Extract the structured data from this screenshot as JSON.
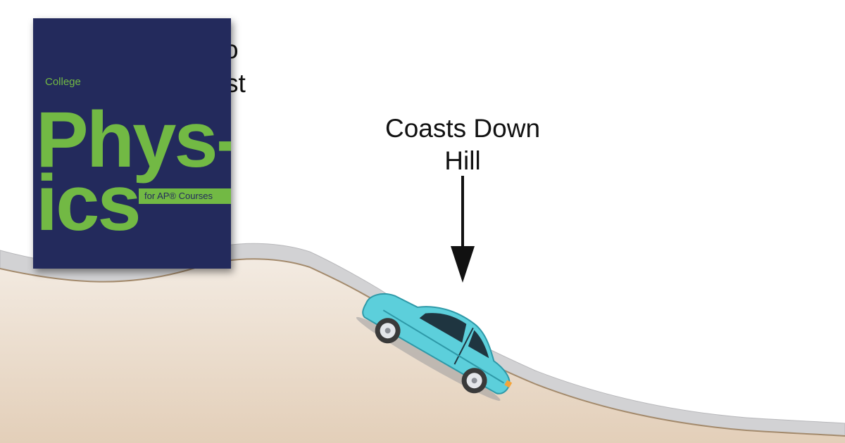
{
  "colors": {
    "ground_light": "#f3ebe2",
    "ground_dark": "#e3cfb9",
    "ground_edge": "#a38a6c",
    "road": "#d2d2d4",
    "road_edge": "#b8b8bb",
    "car_body": "#5ccfdb",
    "car_dark": "#2e99a8",
    "window": "#1f3540",
    "text": "#111111",
    "cover_bg": "#232a5c",
    "cover_green": "#72b944",
    "cover_tag_text": "#232a5c"
  },
  "labels": {
    "coast_line1": "Coasts Down",
    "coast_line2": "Hill",
    "partial_line1": "o",
    "partial_line2": "st"
  },
  "cover": {
    "small_title": "College",
    "title_line1": "Phys-",
    "title_line2": "ics",
    "tag": "for AP® Courses"
  },
  "icons": {
    "arrow": "down-arrow-icon",
    "car": "car-icon"
  }
}
